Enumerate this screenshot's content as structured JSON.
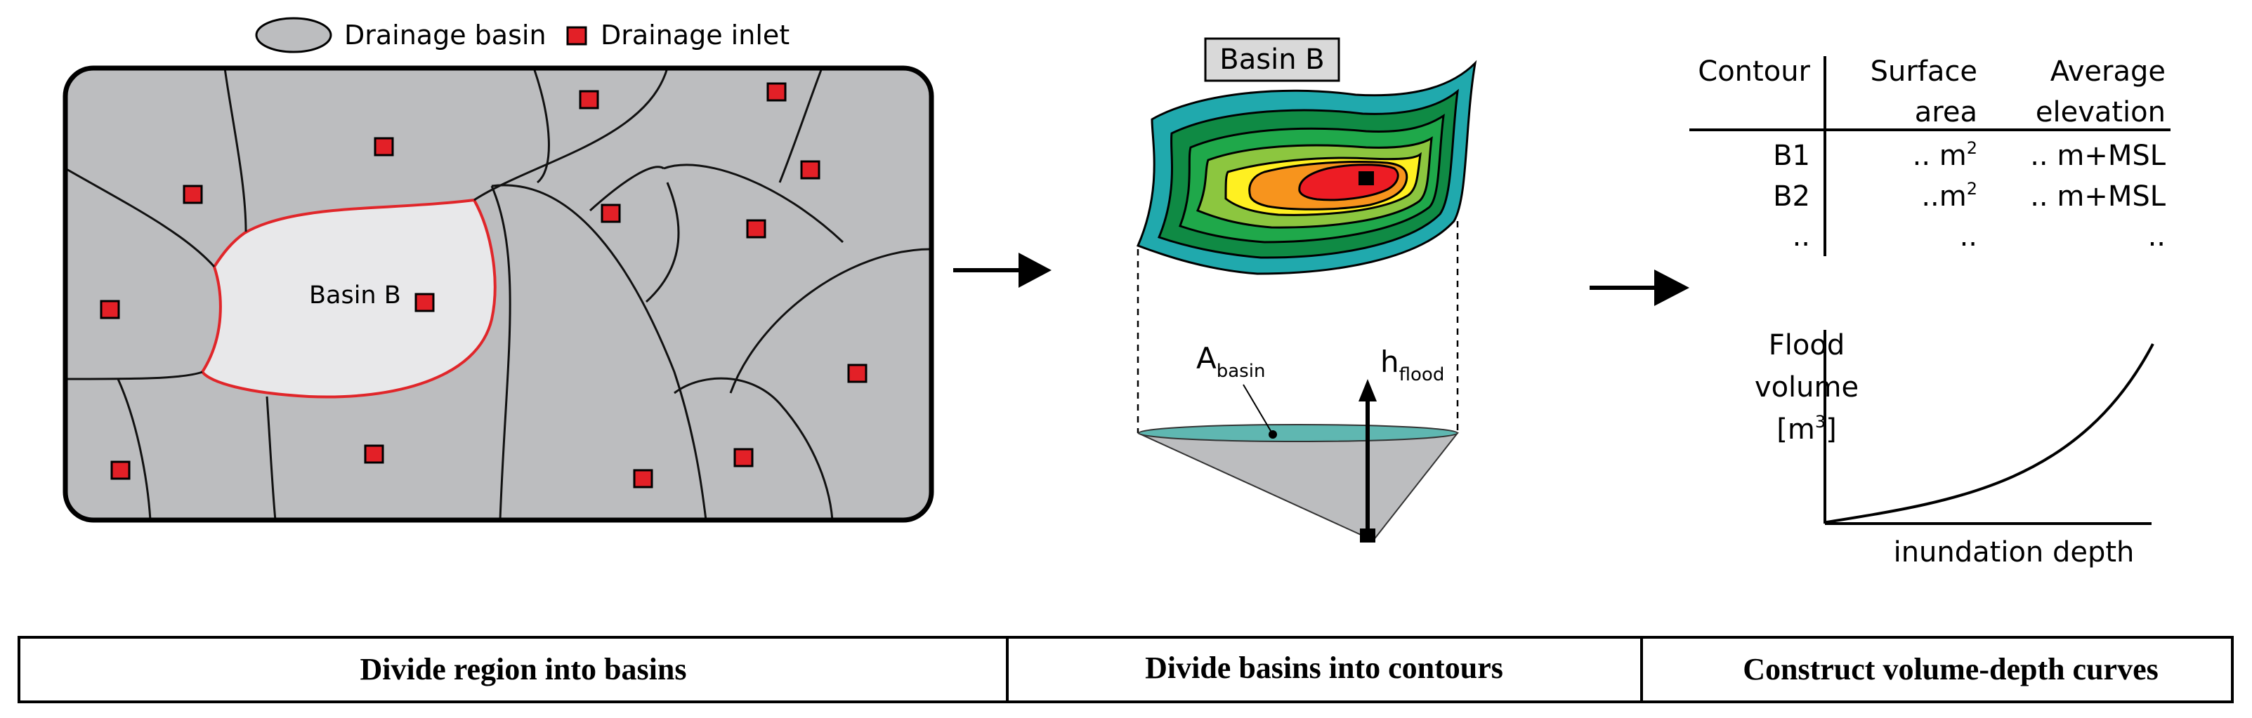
{
  "legend": {
    "basin_label": "Drainage basin",
    "inlet_label": "Drainage inlet"
  },
  "panel1": {
    "basin_b_label": "Basin B"
  },
  "panel2": {
    "title": "Basin B",
    "area_symbol": "A",
    "area_subscript": "basin",
    "height_symbol": "h",
    "height_subscript": "flood"
  },
  "panel3": {
    "table": {
      "headers": [
        [
          "Contour"
        ],
        [
          "Surface",
          "area"
        ],
        [
          "Average",
          "elevation"
        ]
      ],
      "rows": [
        {
          "contour": "B1",
          "area": ".. m",
          "area_sup": "2",
          "elevation": ".. m+MSL"
        },
        {
          "contour": "B2",
          "area": "..m",
          "area_sup": "2",
          "elevation": ".. m+MSL"
        },
        {
          "contour": "..",
          "area": "..",
          "area_sup": "",
          "elevation": ".."
        }
      ]
    },
    "curve": {
      "ylabel_lines": [
        "Flood",
        "volume"
      ],
      "ylabel_unit": "[m",
      "ylabel_unit_sup": "3",
      "ylabel_unit_close": "]",
      "xlabel": "inundation depth"
    }
  },
  "footer": {
    "steps": [
      "Divide region into basins",
      "Divide basins into contours",
      "Construct volume-depth curves"
    ]
  },
  "colors": {
    "basin_fill": "#bcbdbf",
    "basin_b_fill": "#e8e8ea",
    "basin_b_outline": "#e0262a",
    "inlet_fill": "#e32027",
    "contour_teal": "#20a9ad",
    "contour_darkgreen": "#0f8a44",
    "contour_green": "#1fa84a",
    "contour_lightgreen": "#8cc63f",
    "contour_yellow": "#fff021",
    "contour_orange": "#f7941d",
    "contour_red": "#ed1c24",
    "water": "#5fb7b1"
  }
}
